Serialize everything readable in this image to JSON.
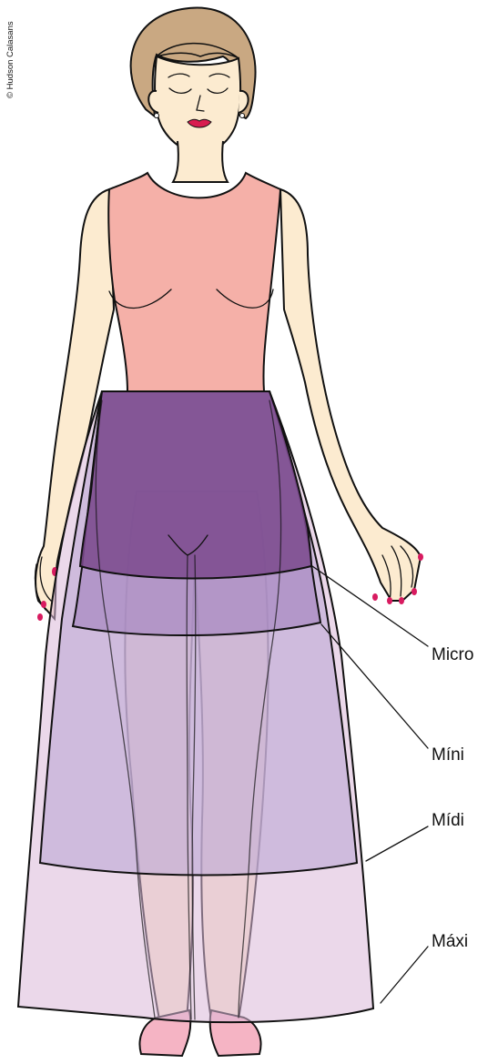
{
  "credit": "© Hudson Calasans",
  "skirt_lengths": [
    {
      "label": "Micro",
      "color": "#7b4a8d"
    },
    {
      "label": "Míni",
      "color": "#a98bc2"
    },
    {
      "label": "Mídi",
      "color": "#c0acd6"
    },
    {
      "label": "Máxi",
      "color": "#dab8d9"
    }
  ],
  "colors": {
    "skin": "#fcebd0",
    "hair": "#c9a882",
    "top": "#f5b0a8",
    "lips": "#d81b4f",
    "nails": "#d81b60",
    "shoes": "#f5b4c4",
    "outline": "#111111"
  }
}
